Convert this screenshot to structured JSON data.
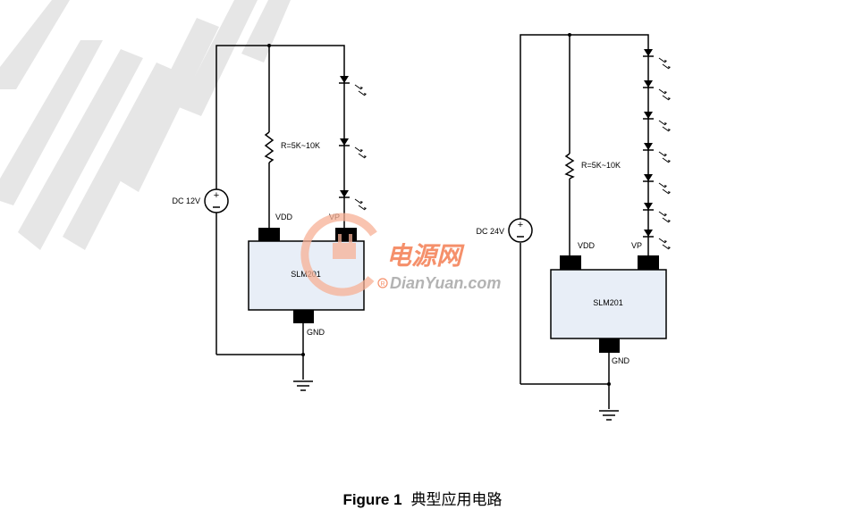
{
  "caption": {
    "figure_label": "Figure 1",
    "title": "典型应用电路"
  },
  "watermark": {
    "brand_cn": "电源网",
    "brand_en": "DianYuan.com",
    "color": "#f26b3a"
  },
  "circuits": [
    {
      "source": "DC 12V",
      "resistor": "R=5K~10K",
      "chip": "SLM201",
      "pin_vdd": "VDD",
      "pin_vp": "VP",
      "pin_gnd": "GND",
      "led_count": 3
    },
    {
      "source": "DC 24V",
      "resistor": "R=5K~10K",
      "chip": "SLM201",
      "pin_vdd": "VDD",
      "pin_vp": "VP",
      "pin_gnd": "GND",
      "led_count": 7
    }
  ]
}
